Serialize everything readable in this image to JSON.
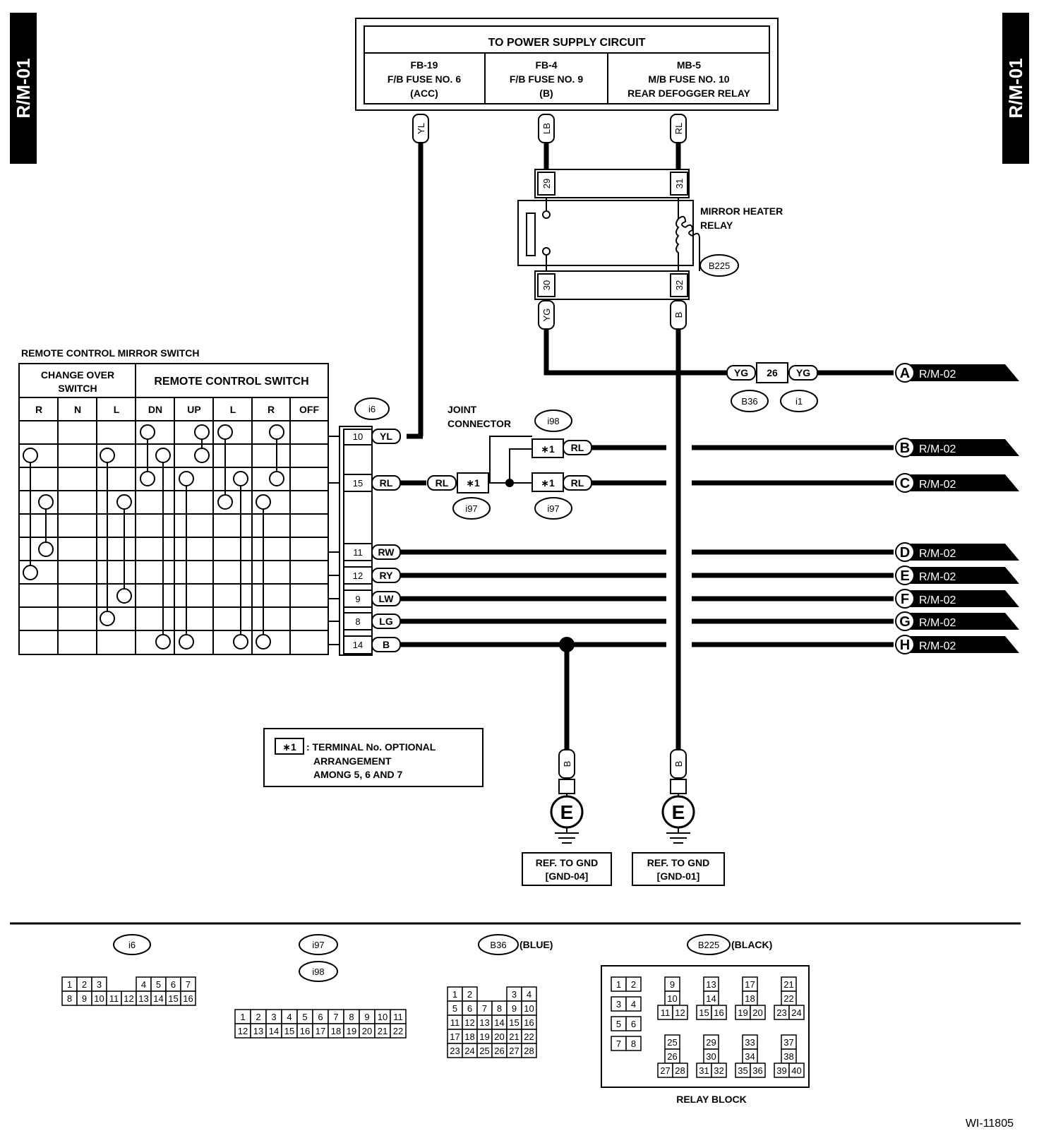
{
  "side_tabs": {
    "left": "R/M-01",
    "right": "R/M-01"
  },
  "power_supply": {
    "title": "TO POWER SUPPLY CIRCUIT",
    "cells": [
      {
        "l1": "FB-19",
        "l2": "F/B FUSE NO. 6",
        "l3": "(ACC)"
      },
      {
        "l1": "FB-4",
        "l2": "F/B FUSE NO. 9",
        "l3": "(B)"
      },
      {
        "l1": "MB-5",
        "l2": "M/B FUSE NO. 10",
        "l3": "REAR DEFOGGER RELAY"
      }
    ],
    "wire_colors": [
      "YL",
      "LB",
      "RL"
    ]
  },
  "relay": {
    "name_l1": "MIRROR HEATER",
    "name_l2": "RELAY",
    "connector": "B225",
    "pins_top": [
      "29",
      "31"
    ],
    "pins_bottom": [
      "30",
      "32"
    ],
    "wire_bottom": [
      "YG",
      "B"
    ]
  },
  "switch": {
    "title": "REMOTE CONTROL MIRROR SWITCH",
    "group1": "CHANGE OVER",
    "group1b": "SWITCH",
    "group2": "REMOTE CONTROL SWITCH",
    "cols": [
      "R",
      "N",
      "L",
      "DN",
      "UP",
      "L",
      "R",
      "OFF"
    ],
    "connector": "i6",
    "pins": [
      {
        "pin": "10",
        "color": "YL"
      },
      {
        "pin": "15",
        "color": "RL"
      },
      {
        "pin": "11",
        "color": "RW"
      },
      {
        "pin": "12",
        "color": "RY"
      },
      {
        "pin": "9",
        "color": "LW"
      },
      {
        "pin": "8",
        "color": "LG"
      },
      {
        "pin": "14",
        "color": "B"
      }
    ]
  },
  "joint": {
    "label_l1": "JOINT",
    "label_l2": "CONNECTOR",
    "connector": "i98",
    "sub_connector": "i97",
    "star": "∗1",
    "wire": "RL"
  },
  "inline": {
    "left_color": "YG",
    "pin": "26",
    "right_color": "YG",
    "conn_left": "B36",
    "conn_right": "i1"
  },
  "outputs": [
    {
      "letter": "A",
      "ref": "R/M-02"
    },
    {
      "letter": "B",
      "ref": "R/M-02"
    },
    {
      "letter": "C",
      "ref": "R/M-02"
    },
    {
      "letter": "D",
      "ref": "R/M-02"
    },
    {
      "letter": "E",
      "ref": "R/M-02"
    },
    {
      "letter": "F",
      "ref": "R/M-02"
    },
    {
      "letter": "G",
      "ref": "R/M-02"
    },
    {
      "letter": "H",
      "ref": "R/M-02"
    }
  ],
  "note": {
    "star": "∗1",
    "l1": ": TERMINAL No. OPTIONAL",
    "l2": "ARRANGEMENT",
    "l3": "AMONG 5, 6 AND 7"
  },
  "grounds": [
    {
      "wire": "B",
      "symbol": "E",
      "l1": "REF. TO GND",
      "l2": "[GND-04]"
    },
    {
      "wire": "B",
      "symbol": "E",
      "l1": "REF. TO GND",
      "l2": "[GND-01]"
    }
  ],
  "connectors_bottom": {
    "i6": {
      "name": "i6",
      "row1": [
        "1",
        "2",
        "3",
        "4",
        "5",
        "6",
        "7"
      ],
      "row2": [
        "8",
        "9",
        "10",
        "11",
        "12",
        "13",
        "14",
        "15",
        "16"
      ]
    },
    "i97": {
      "name1": "i97",
      "name2": "i98",
      "row1": [
        "1",
        "2",
        "3",
        "4",
        "5",
        "6",
        "7",
        "8",
        "9",
        "10",
        "11"
      ],
      "row2": [
        "12",
        "13",
        "14",
        "15",
        "16",
        "17",
        "18",
        "19",
        "20",
        "21",
        "22"
      ]
    },
    "B36": {
      "name": "B36",
      "color": "(BLUE)",
      "rows": [
        [
          "1",
          "2",
          "3",
          "4"
        ],
        [
          "5",
          "6",
          "7",
          "8",
          "9",
          "10"
        ],
        [
          "11",
          "12",
          "13",
          "14",
          "15",
          "16"
        ],
        [
          "17",
          "18",
          "19",
          "20",
          "21",
          "22"
        ],
        [
          "23",
          "24",
          "25",
          "26",
          "27",
          "28"
        ]
      ]
    },
    "B225": {
      "name": "B225",
      "color": "(BLACK)",
      "caption": "RELAY BLOCK",
      "pairs": [
        [
          "1",
          "2"
        ],
        [
          "3",
          "4"
        ],
        [
          "5",
          "6"
        ],
        [
          "7",
          "8"
        ]
      ],
      "groups": [
        [
          "9",
          "10",
          "11",
          "12"
        ],
        [
          "13",
          "14",
          "15",
          "16"
        ],
        [
          "17",
          "18",
          "19",
          "20"
        ],
        [
          "21",
          "22",
          "23",
          "24"
        ],
        [
          "25",
          "26",
          "27",
          "28"
        ],
        [
          "29",
          "30",
          "31",
          "32"
        ],
        [
          "33",
          "34",
          "35",
          "36"
        ],
        [
          "37",
          "38",
          "39",
          "40"
        ]
      ]
    }
  },
  "figure_id": "WI-11805"
}
